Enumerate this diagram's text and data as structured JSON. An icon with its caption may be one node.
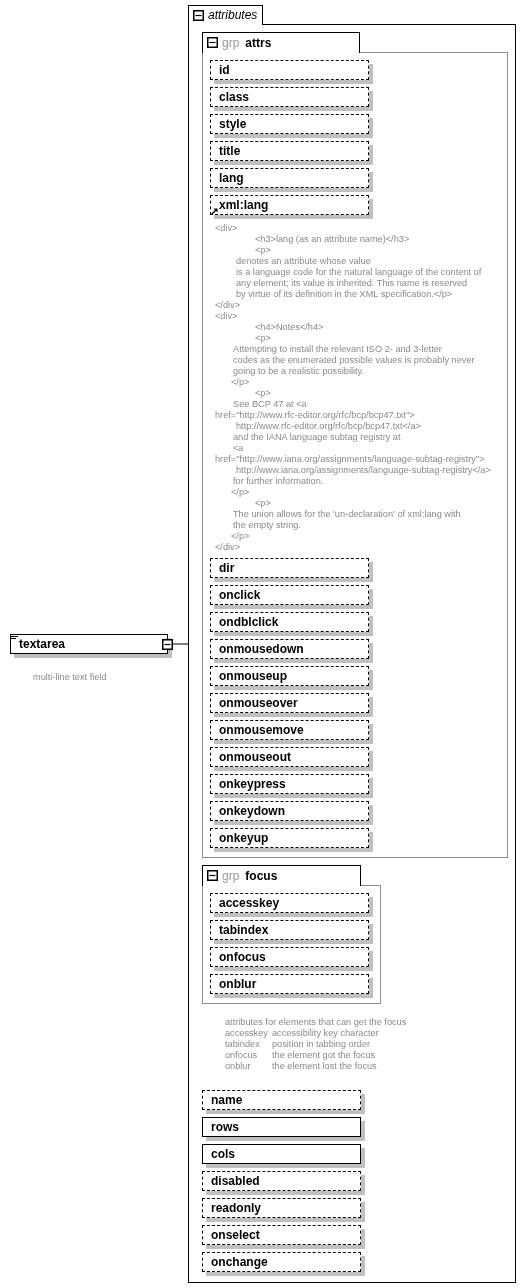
{
  "diagram": {
    "nodes": [
      {
        "text": [
          "textarea"
        ],
        "beside": [
          "multi-line text field"
        ]
      },
      {
        "text": [
          "attributes"
        ]
      },
      {
        "text": [
          "grp",
          "attrs"
        ],
        "in": 1
      },
      {
        "text": [
          "id"
        ],
        "in": 2
      },
      {
        "text": [
          "class"
        ],
        "in": 2
      },
      {
        "text": [
          "style"
        ],
        "in": 2
      },
      {
        "text": [
          "title"
        ],
        "in": 2
      },
      {
        "text": [
          "lang"
        ],
        "in": 2
      },
      {
        "text": [
          "xml:lang"
        ],
        "in": 2,
        "beside": [
          "<div>",
          "<h3>lang (as an attribute name)</h3>",
          "<p>",
          "denotes an attribute whose value",
          "is a language code for the natural language of the content of",
          "any element; its value is inherited. This name is reserved",
          "by virtue of its definition in the XML specification.</p>",
          "</div>",
          "<div>",
          "<h4>Notes</h4>",
          "<p>",
          "Attempting to install the relevant ISO 2- and 3-letter",
          "codes as the enumerated possible values is probably never",
          "going to be a realistic possibility.",
          "</p>",
          "<p>",
          "See BCP 47 at <a",
          "href=\"http://www.rfc-editor.org/rfc/bcp/bcp47.txt\">",
          "http://www.rfc-editor.org/rfc/bcp/bcp47.txt</a>",
          "and the IANA language subtag registry at",
          "<a",
          "href=\"http://www.iana.org/assignments/language-subtag-registry\">",
          "http://www.iana.org/assignments/language-subtag-registry</a>",
          "for further information.",
          "</p>",
          "<p>",
          "The union allows for the 'un-declaration' of xml:lang with",
          "the empty string.",
          "</p>",
          "</div>"
        ]
      },
      {
        "text": [
          "dir"
        ],
        "in": 2
      },
      {
        "text": [
          "onclick"
        ],
        "in": 2
      },
      {
        "text": [
          "ondblclick"
        ],
        "in": 2
      },
      {
        "text": [
          "onmousedown"
        ],
        "in": 2
      },
      {
        "text": [
          "onmouseup"
        ],
        "in": 2
      },
      {
        "text": [
          "onmouseover"
        ],
        "in": 2
      },
      {
        "text": [
          "onmousemove"
        ],
        "in": 2
      },
      {
        "text": [
          "onmouseout"
        ],
        "in": 2
      },
      {
        "text": [
          "onkeypress"
        ],
        "in": 2
      },
      {
        "text": [
          "onkeydown"
        ],
        "in": 2
      },
      {
        "text": [
          "onkeyup"
        ],
        "in": 2
      },
      {
        "text": [
          "grp",
          "focus"
        ],
        "in": 1,
        "beside": [
          "attributes for elements that can get the focus",
          "accesskey",
          "accessibility key character",
          "tabindex",
          "position in tabbing order",
          "onfocus",
          "the element got the focus",
          "onblur",
          "the element lost the focus"
        ]
      },
      {
        "text": [
          "accesskey"
        ],
        "in": 20
      },
      {
        "text": [
          "tabindex"
        ],
        "in": 20
      },
      {
        "text": [
          "onfocus"
        ],
        "in": 20
      },
      {
        "text": [
          "onblur"
        ],
        "in": 20
      },
      {
        "text": [
          "name"
        ],
        "in": 1
      },
      {
        "text": [
          "rows"
        ],
        "in": 1
      },
      {
        "text": [
          "cols"
        ],
        "in": 1
      },
      {
        "text": [
          "disabled"
        ],
        "in": 1
      },
      {
        "text": [
          "readonly"
        ],
        "in": 1
      },
      {
        "text": [
          "onselect"
        ],
        "in": 1
      },
      {
        "text": [
          "onchange"
        ],
        "in": 1
      }
    ],
    "edges": [
      {
        "from": 0,
        "to": 1,
        "arrow": "none"
      }
    ]
  }
}
